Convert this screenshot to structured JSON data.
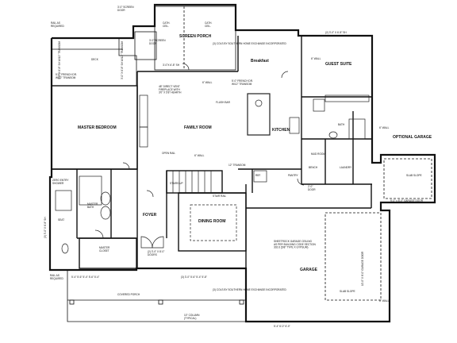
{
  "rooms": {
    "screened_porch": "SCREEN PORCH",
    "cath_ceil_left": "CATH.\nCEIL.",
    "cath_ceil_right": "CATH.\nCEIL.",
    "breakfast": "Breakfast",
    "guest_suite": "GUEST SUITE",
    "deck": "DECK",
    "master_bedroom": "MASTER BEDROOM",
    "family_room": "FAMILY ROOM",
    "kitchen": "KITCHEN",
    "bath": "BATH",
    "laundry": "LAUNDRY",
    "mud_room": "MUD ROOM",
    "optional_garage": "OPTIONAL GARAGE",
    "master_bath": "MASTER\nBATH",
    "master_closet": "MASTER\nCLOSET",
    "foyer": "FOYER",
    "dining_room": "DINING ROOM",
    "garage": "GARAGE",
    "covered_porch": "COVERED PORCH",
    "pantry": "PANTRY",
    "ref": "REF.",
    "bench": "BENCH",
    "seat": "SEAT"
  },
  "notes": {
    "rail_as_required_top": "RAIL AS\nREQUIRED",
    "rail_as_required_bottom": "RAIL AS\nREQUIRED",
    "screen_door": "3'-0\" SCREEN\nDOOR",
    "screen_door_2": "3'-0\" SCREEN\nDOOR",
    "columns_top": "(3) COLS BY SOUTHERN HOME EXCHANGE INCORPORATED",
    "fireplace": "48\" DIRECT VENT\nFIREPLACE WITH\n3'0\" X 5'8\" HEARTH",
    "wall_6_a": "6\" WALL",
    "wall_6_b": "6\" WALL",
    "wall_6_c": "6\" WALL",
    "wall_6_d": "6\" WALL",
    "wall_6_e": "6\" WALL",
    "french_dr": "5'-0\" FRENCH DR.\nW/12\" TRANSOM",
    "french_dr_deck": "5'-0\" FRENCH DR.\nW/12\" TRANSOM",
    "flush_bar": "FLUSH BAR",
    "open_rail": "OPEN RAIL",
    "stair_rail": "STAIR RAIL",
    "transom_12": "12\" TRANSOM",
    "zero_entry_shower": "ZERO ENTRY\nSHOWER",
    "stairs_up": "STAIRS UP",
    "garage_door": "9'-0\" x 8'-0\" GARAGE DOOR",
    "ceiling_note": "SHEETROCK GARAGE CEILING\nAS PER BUILDING CODE SECTION\n302.6 (5/8\" TYPE X GYPSUM)",
    "slab_slope_top": "SLAB SLOPE",
    "slab_slope_bottom": "SLAB SLOPE",
    "columns_bottom": "(3) COLS BY SOUTHERN HOME EXCHANGE INCORPORATED",
    "column_typical": "10\" COLUMN\n(TYPICAL)",
    "doors_bottom": "(2) 3'-0\" X 8'-0\"\nDOORS",
    "dim_bottom_left": "5'-4\" 5'-6\" 5'-4\" 5'-6\" 5'-4\"",
    "dim_bottom_mid": "(3) 3'-0\" 5'-6\" 5'-4\" 5'-8\"",
    "dim_bottom_right": "5'-4\" 6'-0\" 6'-0\"",
    "dim_top_right": "(2) 3'-0\" X 6'-8\" SH",
    "dim_top_mid": "3'-0\"X 6'-8\" SH",
    "dim_left_vert": "(3) 3'-0\" X 6'-8\" SH",
    "dim_garage_vert": "10'-0\" X 8'-0\" GARAGE DOOR",
    "dim_deck_vert_a": "3'-0\" X 6'-8\" SH W/12\" TRANSOM",
    "dim_deck_vert_b": "3'-0\" X 6'-8\" SH W/12\" TRANSOM",
    "pocket_door": "2'-0\"\nDOOR"
  }
}
